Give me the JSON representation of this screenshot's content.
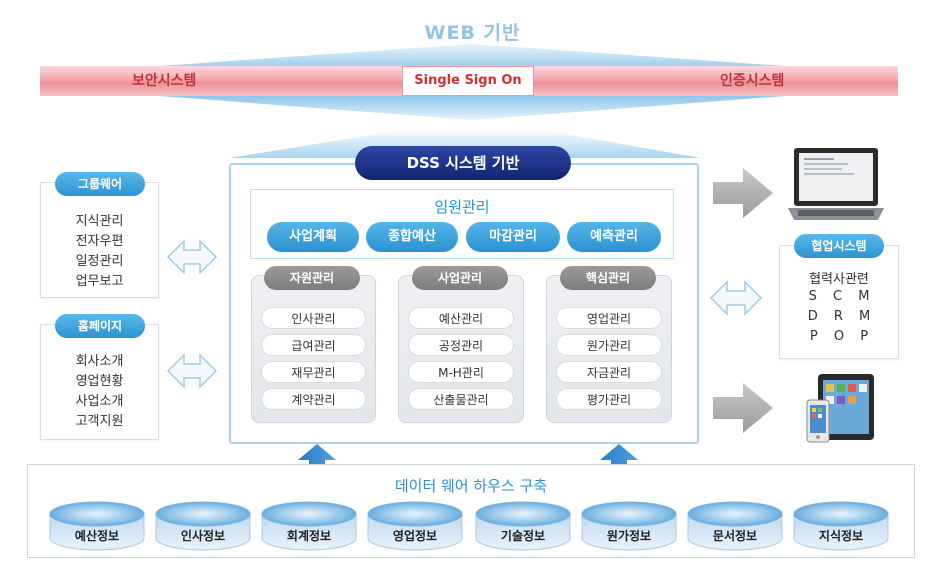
{
  "top": {
    "title": "WEB 기반",
    "left_bar": "보안시스템",
    "center": "Single Sign On",
    "right_bar": "인증시스템"
  },
  "groupware": {
    "title": "그룹웨어",
    "items": [
      "지식관리",
      "전자우편",
      "일정관리",
      "업무보고"
    ]
  },
  "homepage": {
    "title": "홈페이지",
    "items": [
      "회사소개",
      "영업현황",
      "사업소개",
      "고객지원"
    ]
  },
  "dss": {
    "title": "DSS 시스템 기반",
    "exec": {
      "title": "임원관리",
      "buttons": [
        "사업계획",
        "종합예산",
        "마감관리",
        "예측관리"
      ]
    },
    "columns": [
      {
        "title": "자원관리",
        "items": [
          "인사관리",
          "급여관리",
          "재무관리",
          "계약관리"
        ]
      },
      {
        "title": "사업관리",
        "items": [
          "예산관리",
          "공정관리",
          "M-H관리",
          "산출물관리"
        ]
      },
      {
        "title": "핵심관리",
        "items": [
          "영업관리",
          "원가관리",
          "자금관리",
          "평가관리"
        ]
      }
    ]
  },
  "collab": {
    "title": "협업시스템",
    "lines": [
      "협력사관련",
      "S C M",
      "D R M",
      "P O P"
    ]
  },
  "dw": {
    "title": "데이터 웨어 하우스 구축",
    "dbs": [
      "예산정보",
      "인사정보",
      "회계정보",
      "영업정보",
      "기술정보",
      "원가정보",
      "문서정보",
      "지식정보"
    ]
  },
  "colors": {
    "accent_blue": "#2b92d2",
    "dss_navy": "#10246e",
    "sso_red": "#d62c36",
    "gray_pill": "#7d7d7d"
  }
}
